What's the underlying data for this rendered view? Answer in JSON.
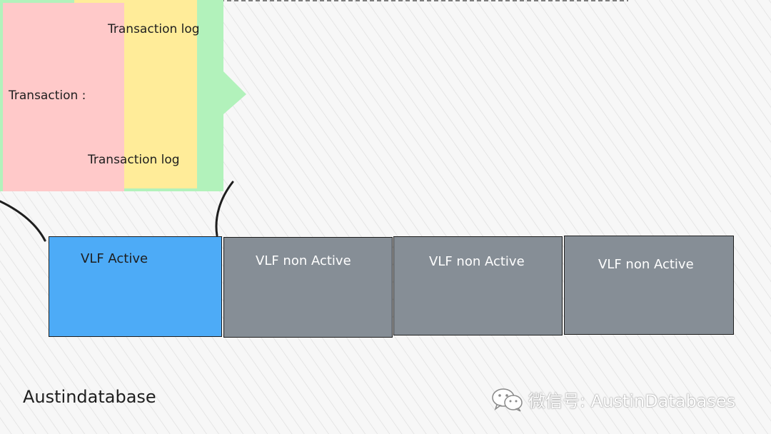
{
  "notes": [
    {
      "id": "note-transaction-log-top",
      "text": "Transaction log"
    },
    {
      "id": "note-transaction",
      "text": "Transaction :"
    },
    {
      "id": "note-transaction-log-bottom",
      "text": "Transaction log"
    }
  ],
  "vlfs": [
    {
      "label": "VLF  Active",
      "state": "active"
    },
    {
      "label": "VLF non Active",
      "state": "inactive"
    },
    {
      "label": "VLF non Active",
      "state": "inactive"
    },
    {
      "label": "VLF non Active",
      "state": "inactive"
    }
  ],
  "colors": {
    "note_red": "#ffc9c9",
    "note_yellow": "#ffec99",
    "note_green": "#b2f2bb",
    "vlf_active": "#4dabf7",
    "vlf_inactive": "#868e96",
    "stroke": "#1e1e1e"
  },
  "footer": {
    "brand": "Austindatabase",
    "wechat": "微信号: AustinDatabases",
    "wechat_icon": "wechat-icon"
  }
}
